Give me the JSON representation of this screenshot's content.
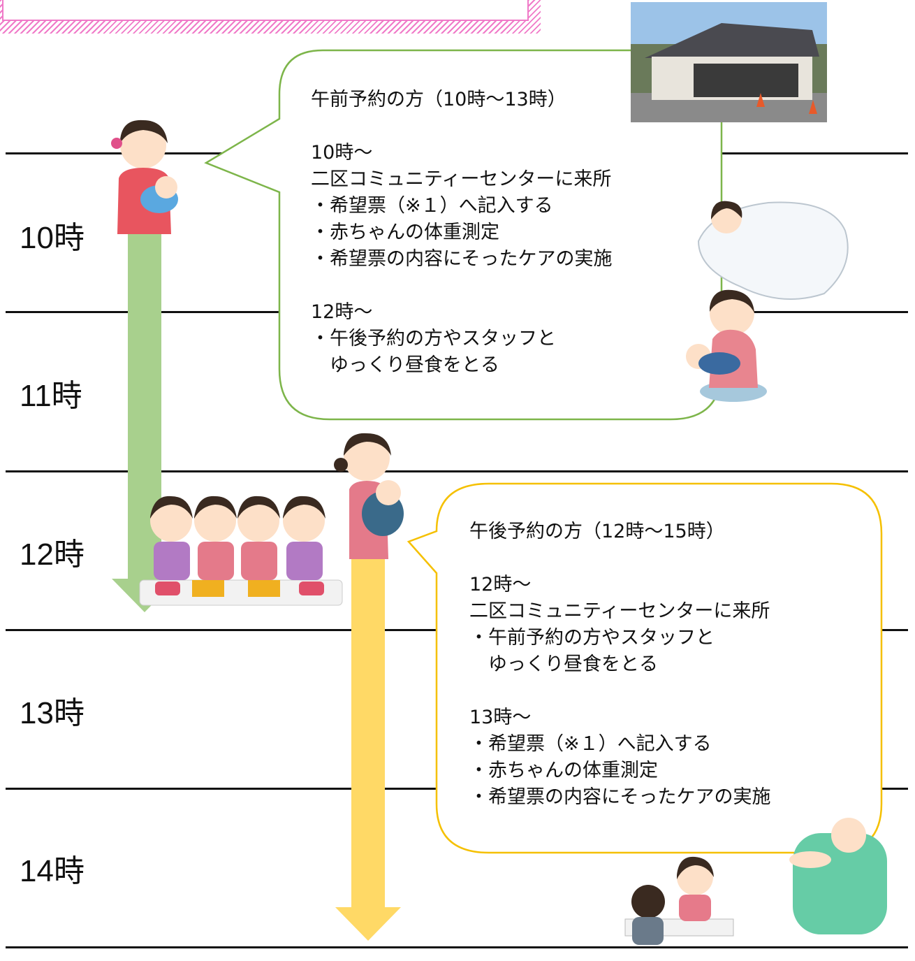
{
  "hours": [
    "10時",
    "11時",
    "12時",
    "13時",
    "14時"
  ],
  "colors": {
    "morning": "#7db54a",
    "morning_arrow": "#a8d08d",
    "afternoon": "#f5c000",
    "afternoon_arrow": "#ffd966",
    "banner": "#f07ac8"
  },
  "morning_bubble": {
    "title": "午前予約の方（10時～13時）",
    "time1": "10時～",
    "lines1": [
      "二区コミュニティーセンターに来所",
      "・希望票（※１）へ記入する",
      "・赤ちゃんの体重測定",
      "・希望票の内容にそったケアの実施"
    ],
    "time2": "12時～",
    "lines2": [
      "・午後予約の方やスタッフと",
      "　ゆっくり昼食をとる"
    ]
  },
  "afternoon_bubble": {
    "title": "午後予約の方（12時～15時）",
    "time1": "12時～",
    "lines1": [
      "二区コミュニティーセンターに来所",
      "・午前予約の方やスタッフと",
      "　ゆっくり昼食をとる"
    ],
    "time2": "13時～",
    "lines2": [
      "・希望票（※１）へ記入する",
      "・赤ちゃんの体重測定",
      "・希望票の内容にそったケアの実施"
    ]
  }
}
